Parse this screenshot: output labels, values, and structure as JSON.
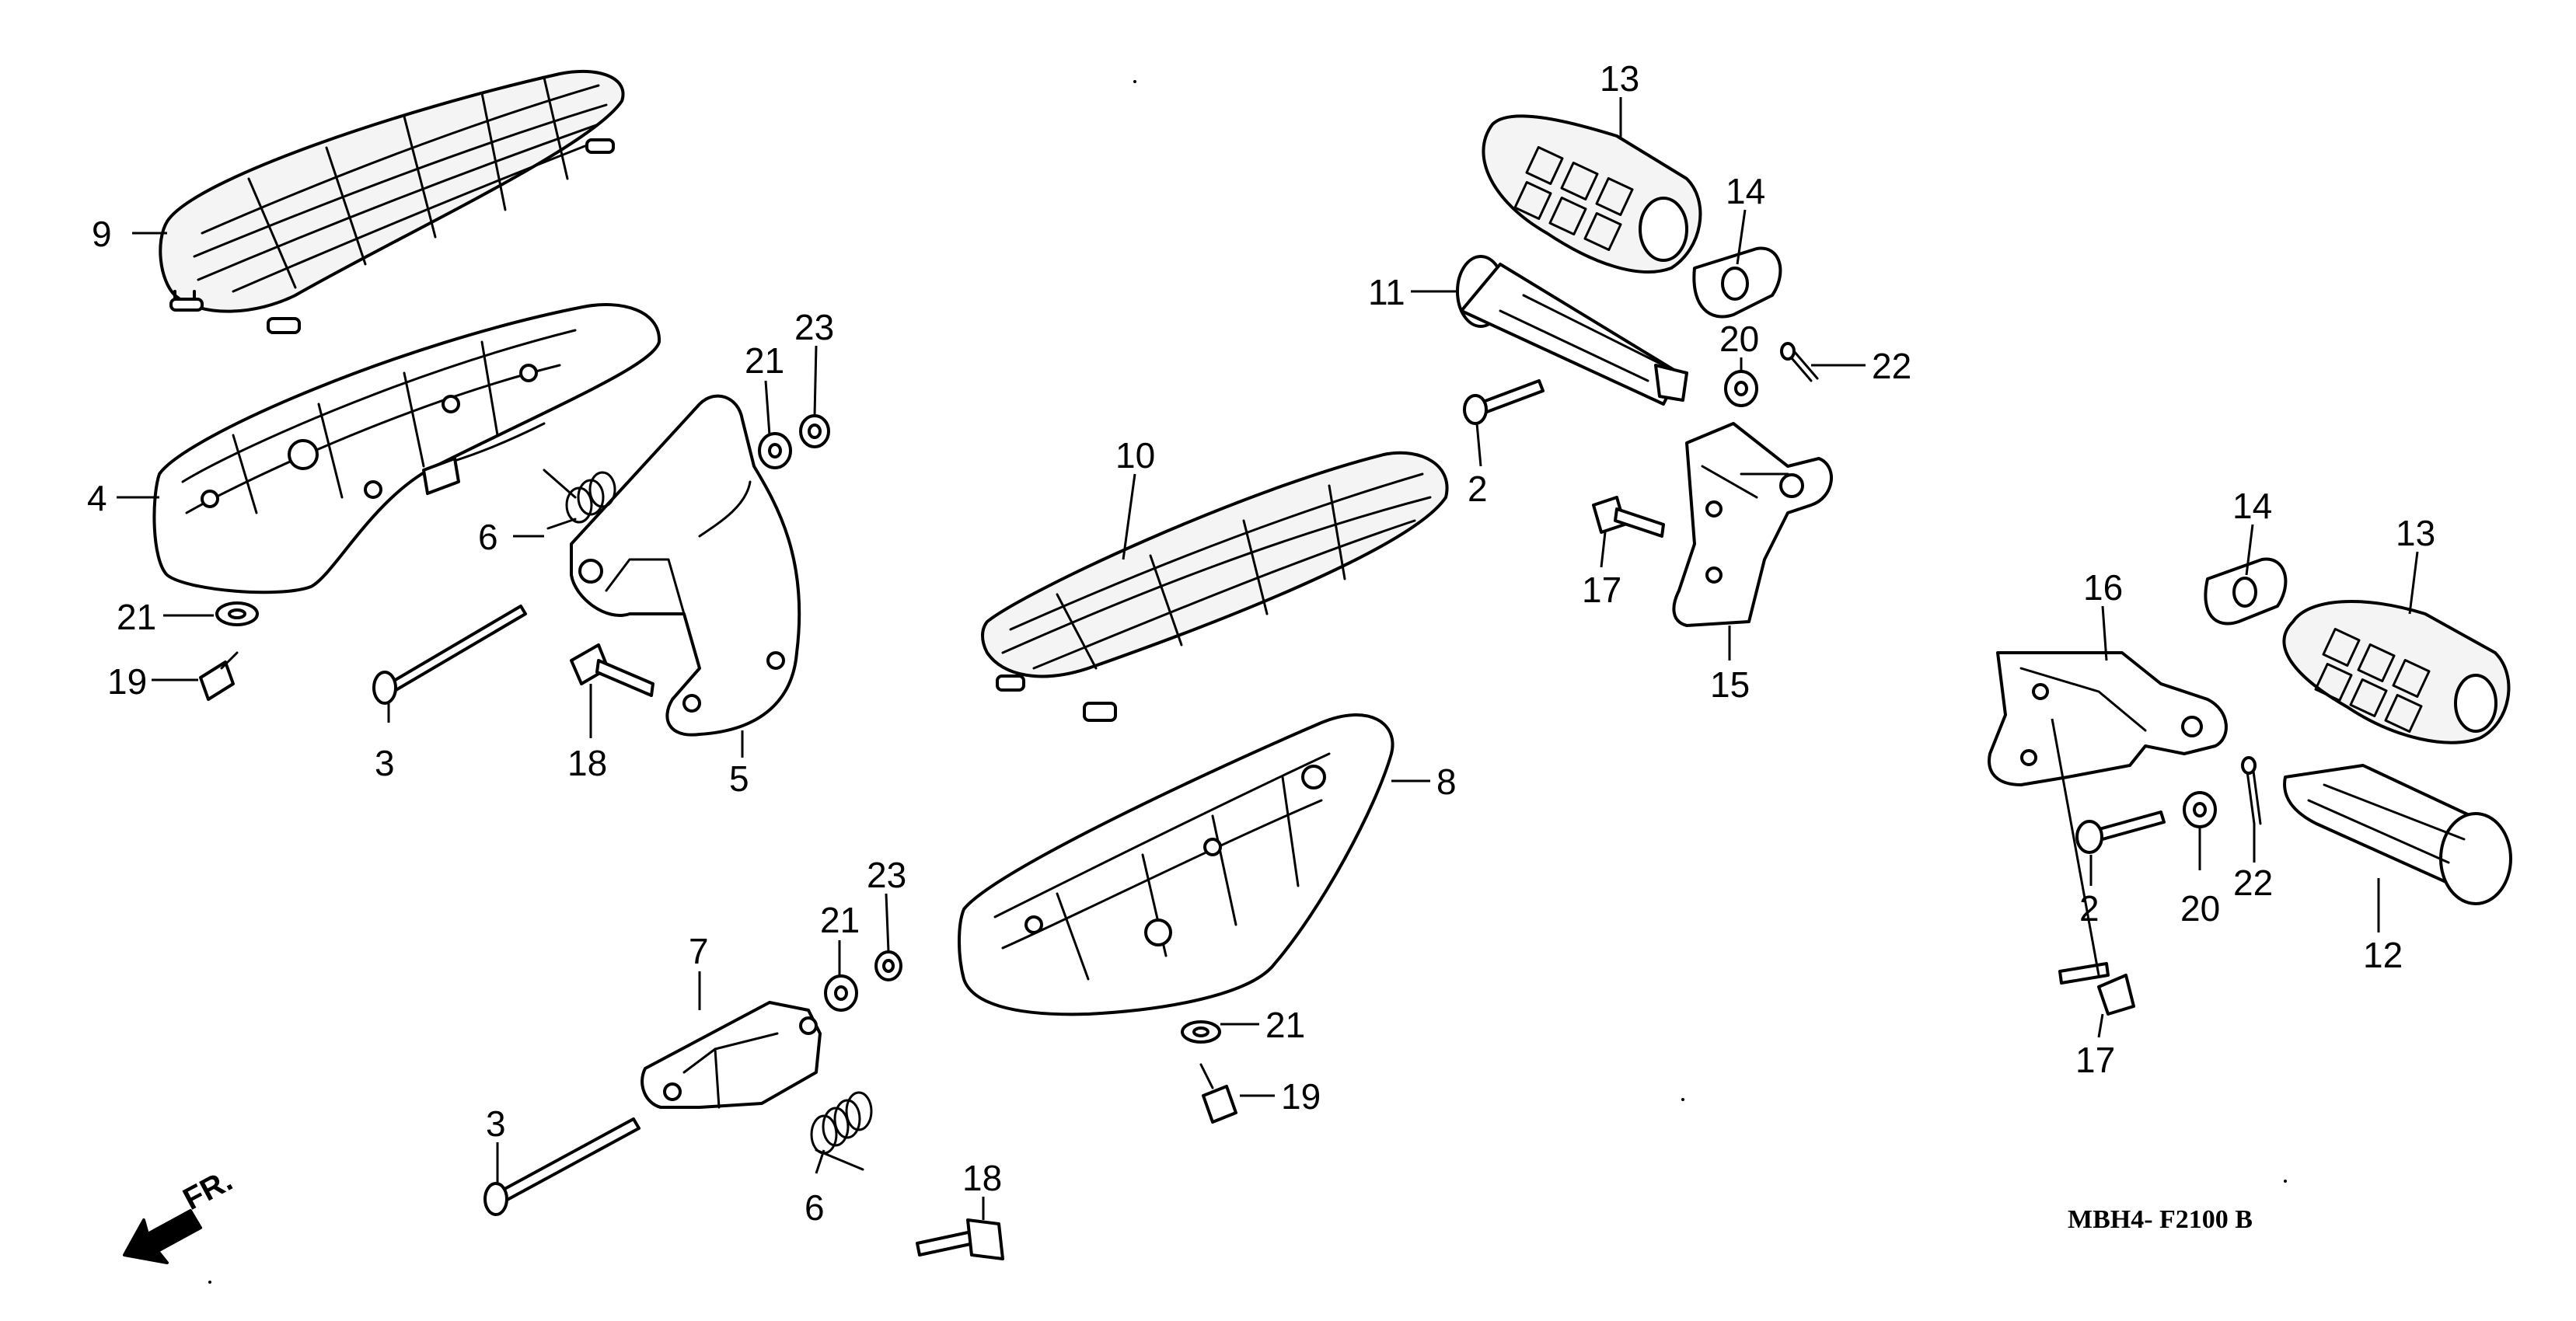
{
  "diagram": {
    "code": "MBH4- F2100 B",
    "direction_label": "FR.",
    "callouts": [
      "9",
      "4",
      "21",
      "19",
      "3",
      "6",
      "18",
      "5",
      "21",
      "23",
      "10",
      "8",
      "7",
      "21",
      "23",
      "3",
      "6",
      "18",
      "21",
      "19",
      "13",
      "14",
      "11",
      "20",
      "22",
      "2",
      "17",
      "15",
      "14",
      "13",
      "16",
      "2",
      "20",
      "22",
      "12",
      "17"
    ]
  }
}
